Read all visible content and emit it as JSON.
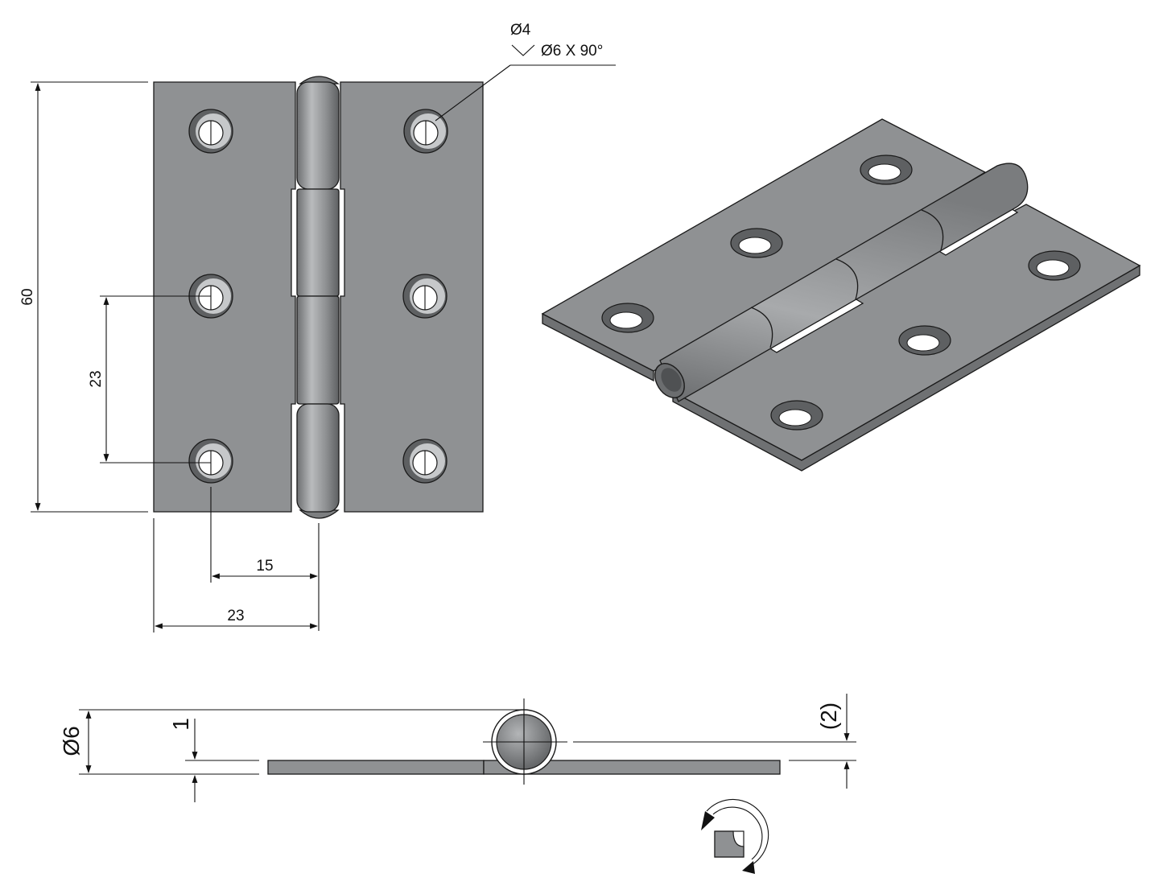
{
  "front_view": {
    "dims": {
      "height": "60",
      "hole_pitch": "23",
      "hole_to_axis": "15",
      "leaf_width": "23"
    },
    "callout": {
      "hole": "Ø4",
      "countersink": "Ø6 X 90°"
    }
  },
  "side_view": {
    "dims": {
      "barrel": "Ø6",
      "thickness": "1",
      "offset": "(2)"
    }
  },
  "colors": {
    "part_fill": "#8f9193",
    "part_edge": "#1a1a1a",
    "background": "#ffffff",
    "line": "#111111"
  }
}
